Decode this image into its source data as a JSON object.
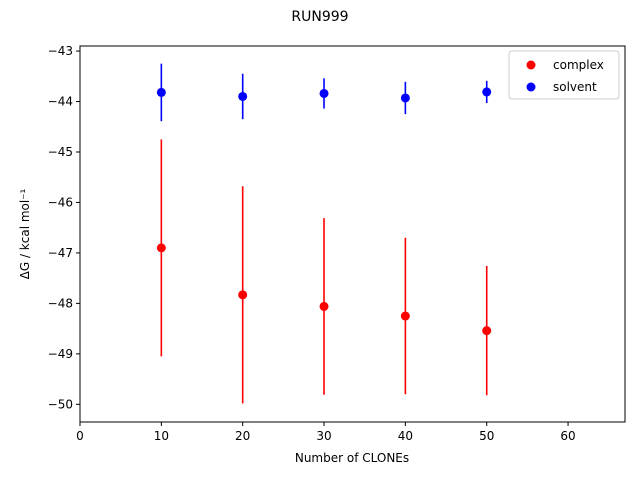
{
  "chart_data": {
    "type": "scatter",
    "title": "RUN999",
    "xlabel": "Number of CLONEs",
    "ylabel": "ΔG / kcal mol⁻¹",
    "xlim": [
      0,
      67
    ],
    "ylim": [
      -50.35,
      -42.9
    ],
    "xticks": [
      0,
      10,
      20,
      30,
      40,
      50,
      60
    ],
    "yticks": [
      -50,
      -49,
      -48,
      -47,
      -46,
      -45,
      -44,
      -43
    ],
    "grid": false,
    "legend_position": "top-right",
    "series": [
      {
        "name": "complex",
        "color": "#ff0000",
        "points": [
          {
            "x": 10,
            "y": -46.9,
            "err": 2.15
          },
          {
            "x": 20,
            "y": -47.83,
            "err": 2.15
          },
          {
            "x": 30,
            "y": -48.06,
            "err": 1.75
          },
          {
            "x": 40,
            "y": -48.25,
            "err": 1.55
          },
          {
            "x": 50,
            "y": -48.54,
            "err": 1.28
          }
        ]
      },
      {
        "name": "solvent",
        "color": "#0000ff",
        "points": [
          {
            "x": 10,
            "y": -43.82,
            "err": 0.57
          },
          {
            "x": 20,
            "y": -43.9,
            "err": 0.45
          },
          {
            "x": 30,
            "y": -43.84,
            "err": 0.3
          },
          {
            "x": 40,
            "y": -43.93,
            "err": 0.32
          },
          {
            "x": 50,
            "y": -43.81,
            "err": 0.22
          }
        ]
      }
    ]
  }
}
